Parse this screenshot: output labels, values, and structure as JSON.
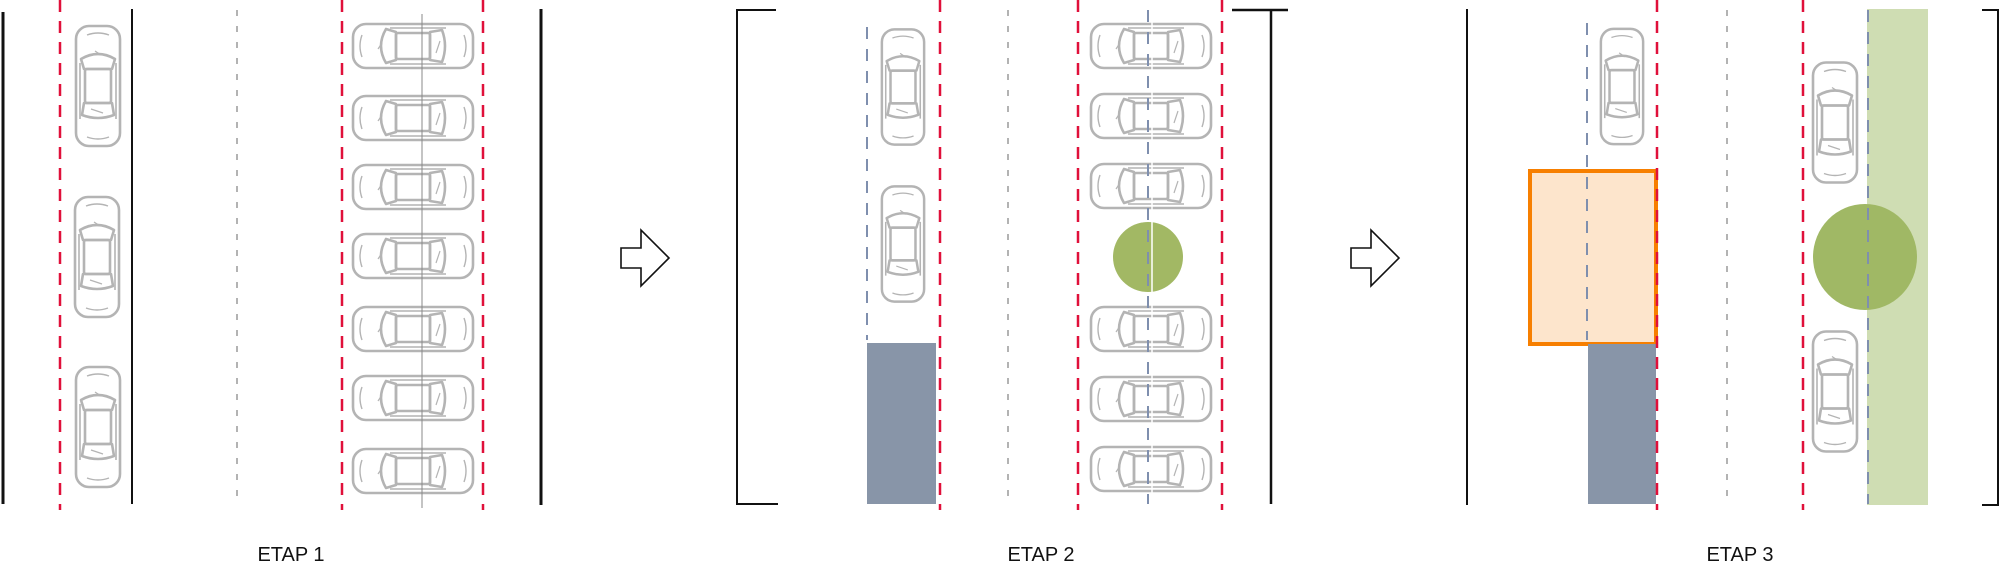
{
  "stages": [
    {
      "label": "ETAP 1"
    },
    {
      "label": "ETAP 2"
    },
    {
      "label": "ETAP 3"
    }
  ],
  "colors": {
    "lane_marking_red": "#e0103a",
    "lane_marking_blue": "#7f8fae",
    "center_line_gray": "#9a9a9a",
    "curb_black": "#111111",
    "car_outline": "#b4b4b4",
    "sidewalk_block": "#8895a8",
    "tree": "#a2b864",
    "green_strip": "#cfddb3",
    "new_area_fill": "#fde5cc",
    "new_area_stroke": "#f77f00"
  },
  "icons": {
    "stage_arrow": "arrow-right-outline-icon",
    "car": "car-top-view-icon",
    "tree": "tree-canopy-icon"
  }
}
